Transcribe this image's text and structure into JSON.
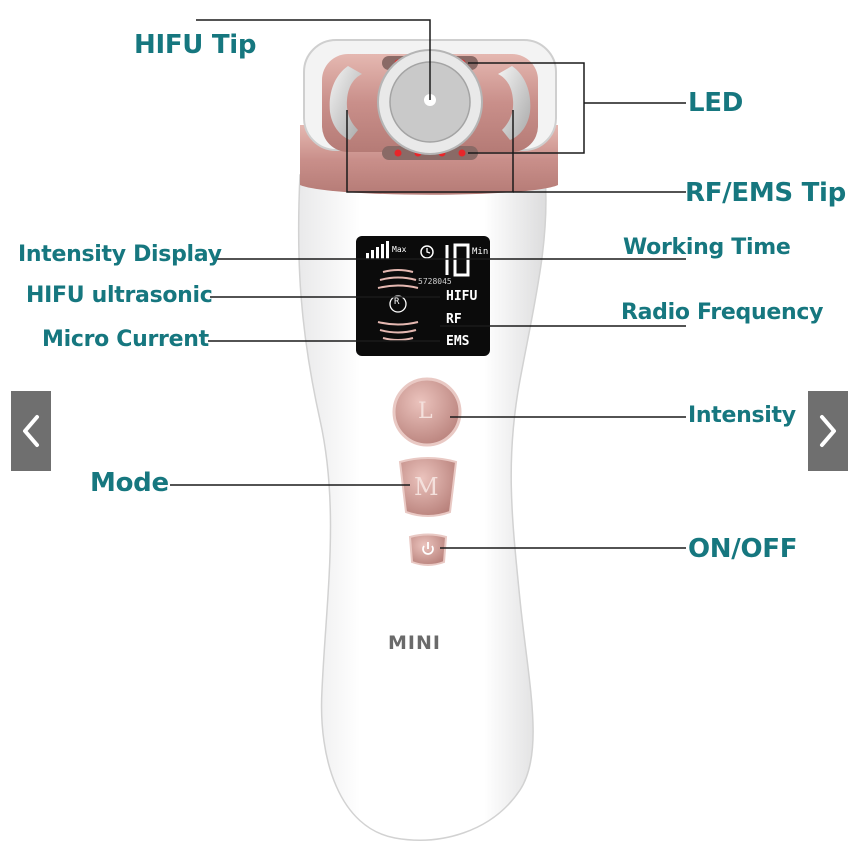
{
  "labels": {
    "hifu_tip": "HIFU Tip",
    "led": "LED",
    "rf_ems_tip": "RF/EMS Tip",
    "intensity_display": "Intensity Display",
    "working_time": "Working Time",
    "hifu_ultrasonic": "HIFU ultrasonic",
    "radio_frequency": "Radio Frequency",
    "micro_current": "Micro Current",
    "intensity": "Intensity",
    "mode": "Mode",
    "on_off": "ON/OFF"
  },
  "lcd": {
    "max": "Max",
    "min": "Min",
    "time_digits": "10",
    "serial": "5728045",
    "hifu": "HIFU",
    "rf": "RF",
    "ems": "EMS",
    "r_mark": "R"
  },
  "device": {
    "brand": "MINI",
    "intensity_button": "L",
    "mode_button": "M"
  },
  "nav": {
    "prev_icon": "chevron-left-icon",
    "next_icon": "chevron-right-icon"
  },
  "colors": {
    "label": "#16777f",
    "rose_gold": "#c98f8a",
    "nav_bg": "#6f6f6f",
    "led_red": "#e8262a"
  }
}
